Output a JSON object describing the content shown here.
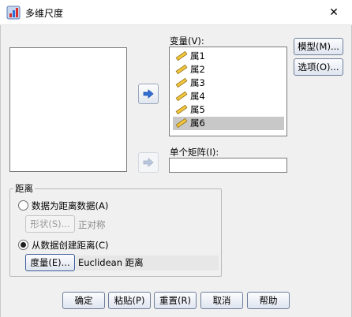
{
  "window": {
    "title": "多维尺度",
    "close_glyph": "✕"
  },
  "variables_label": "变量(V):",
  "variables": [
    "属1",
    "属2",
    "属3",
    "属4",
    "属5",
    "属6"
  ],
  "selected_variable": "属6",
  "single_matrix_label": "单个矩阵(I):",
  "side_buttons": {
    "model": "模型(M)...",
    "options": "选项(O)..."
  },
  "distance_group": {
    "title": "距离",
    "radio_data_is_distance": "数据为距离数据(A)",
    "shape_button": "形状(S)...",
    "shape_value": "正对称",
    "radio_create_from_data": "从数据创建距离(C)",
    "measure_button": "度量(E)...",
    "measure_value": "Euclidean 距离"
  },
  "bottom_buttons": {
    "ok": "确定",
    "paste": "粘贴(P)",
    "reset": "重置(R)",
    "cancel": "取消",
    "help": "帮助"
  },
  "colors": {
    "accent": "#2f6fd6",
    "selection": "#c8c8c8"
  },
  "icons": {
    "app": "spss-dialog-icon",
    "variable": "scale-ruler-icon"
  }
}
